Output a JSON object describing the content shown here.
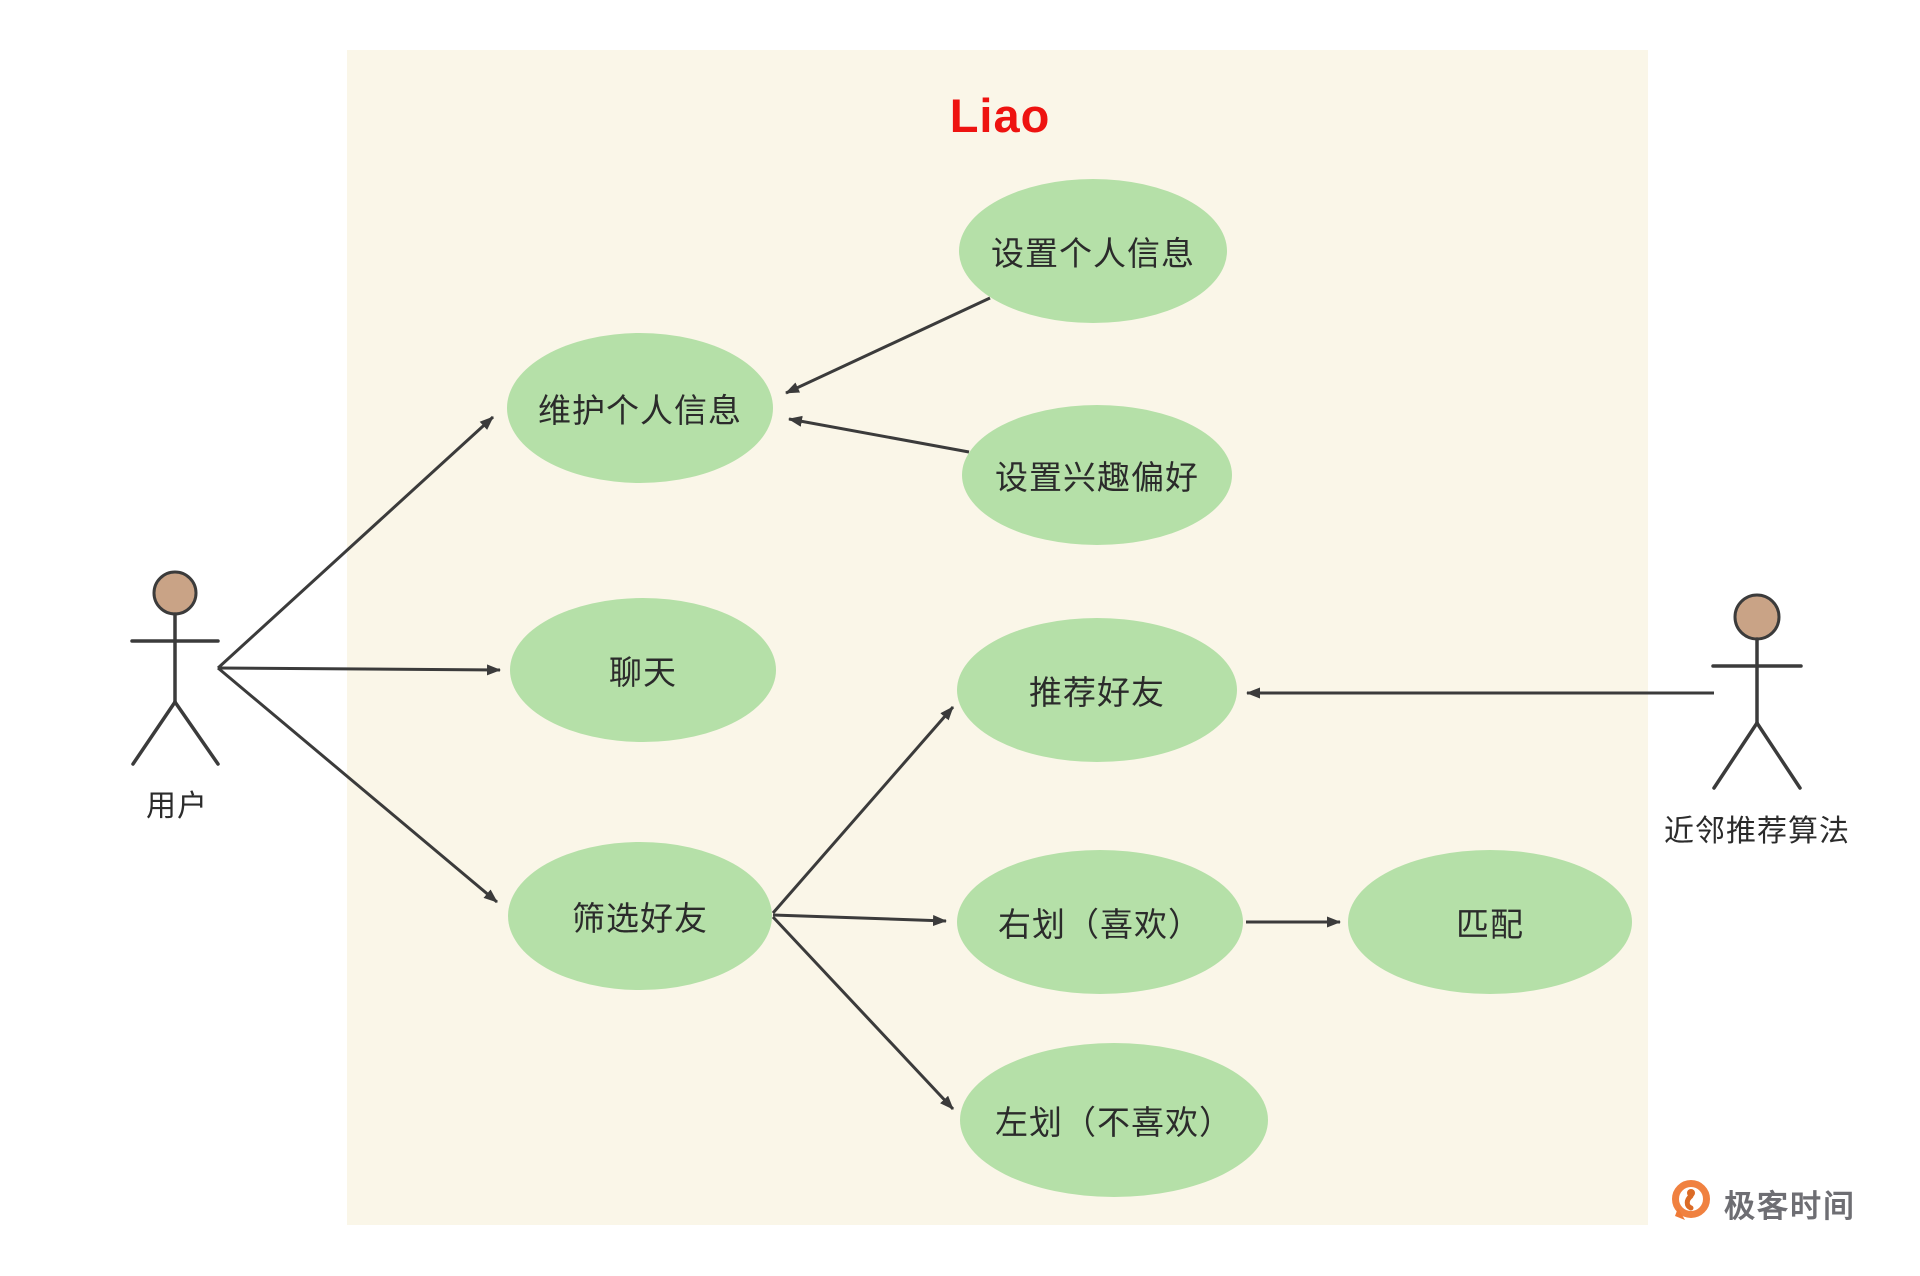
{
  "diagram": {
    "title": "Liao",
    "type": "uml-use-case-diagram",
    "title_color": "#ee1310",
    "boundary_color": "#faf6e8",
    "usecase_color": "#b5e0a8",
    "line_color": "#3b3b3b",
    "actor_head_color": "#c9a386"
  },
  "actors": [
    {
      "id": "user",
      "label": "用户",
      "side": "left"
    },
    {
      "id": "algorithm",
      "label": "近邻推荐算法",
      "side": "right"
    }
  ],
  "usecases": [
    {
      "id": "set-profile",
      "label": "设置个人信息"
    },
    {
      "id": "maintain-profile",
      "label": "维护个人信息"
    },
    {
      "id": "set-interests",
      "label": "设置兴趣偏好"
    },
    {
      "id": "chat",
      "label": "聊天"
    },
    {
      "id": "recommend-friends",
      "label": "推荐好友"
    },
    {
      "id": "filter-friends",
      "label": "筛选好友"
    },
    {
      "id": "swipe-right",
      "label": "右划（喜欢）"
    },
    {
      "id": "match",
      "label": "匹配"
    },
    {
      "id": "swipe-left",
      "label": "左划（不喜欢）"
    }
  ],
  "relations": [
    {
      "from": "用户",
      "to": "维护个人信息"
    },
    {
      "from": "用户",
      "to": "聊天"
    },
    {
      "from": "用户",
      "to": "筛选好友"
    },
    {
      "from": "设置个人信息",
      "to": "维护个人信息"
    },
    {
      "from": "设置兴趣偏好",
      "to": "维护个人信息"
    },
    {
      "from": "筛选好友",
      "to": "推荐好友"
    },
    {
      "from": "筛选好友",
      "to": "右划（喜欢）"
    },
    {
      "from": "筛选好友",
      "to": "左划（不喜欢）"
    },
    {
      "from": "右划（喜欢）",
      "to": "匹配"
    },
    {
      "from": "近邻推荐算法",
      "to": "推荐好友"
    }
  ],
  "watermark": {
    "label": "极客时间",
    "icon_color": "#f08140"
  }
}
